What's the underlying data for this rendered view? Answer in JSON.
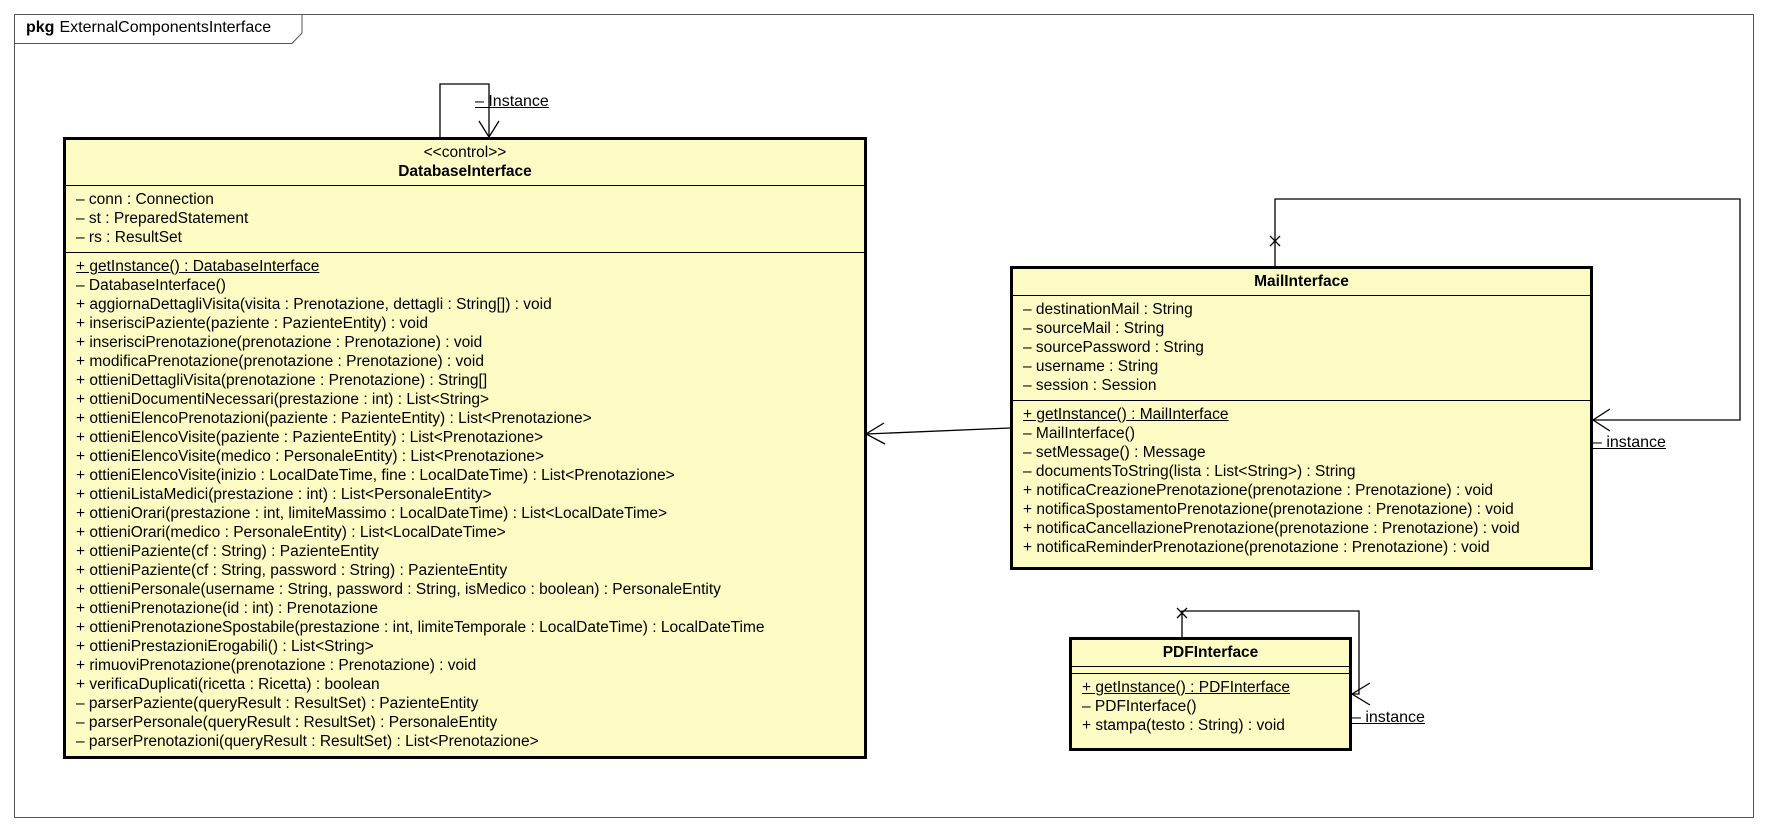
{
  "package": {
    "keyword": "pkg",
    "name": "ExternalComponentsInterface"
  },
  "classes": {
    "database": {
      "stereotype": "<<control>>",
      "name": "DatabaseInterface",
      "attributes": [
        "– conn : Connection",
        "– st : PreparedStatement",
        "– rs : ResultSet"
      ],
      "operations": [
        {
          "text": "+ getInstance() : DatabaseInterface",
          "static": true
        },
        {
          "text": "– DatabaseInterface()",
          "static": false
        },
        {
          "text": "+ aggiornaDettagliVisita(visita : Prenotazione, dettagli : String[]) : void",
          "static": false
        },
        {
          "text": "+ inserisciPaziente(paziente : PazienteEntity) : void",
          "static": false
        },
        {
          "text": "+ inserisciPrenotazione(prenotazione : Prenotazione) : void",
          "static": false
        },
        {
          "text": "+ modificaPrenotazione(prenotazione : Prenotazione) : void",
          "static": false
        },
        {
          "text": "+ ottieniDettagliVisita(prenotazione : Prenotazione) : String[]",
          "static": false
        },
        {
          "text": "+ ottieniDocumentiNecessari(prestazione : int) : List<String>",
          "static": false
        },
        {
          "text": "+ ottieniElencoPrenotazioni(paziente : PazienteEntity) : List<Prenotazione>",
          "static": false
        },
        {
          "text": "+ ottieniElencoVisite(paziente : PazienteEntity) : List<Prenotazione>",
          "static": false
        },
        {
          "text": "+ ottieniElencoVisite(medico : PersonaleEntity) : List<Prenotazione>",
          "static": false
        },
        {
          "text": "+ ottieniElencoVisite(inizio : LocalDateTime, fine : LocalDateTime) : List<Prenotazione>",
          "static": false
        },
        {
          "text": "+ ottieniListaMedici(prestazione : int) : List<PersonaleEntity>",
          "static": false
        },
        {
          "text": "+ ottieniOrari(prestazione : int, limiteMassimo : LocalDateTime) : List<LocalDateTime>",
          "static": false
        },
        {
          "text": "+ ottieniOrari(medico : PersonaleEntity) : List<LocalDateTime>",
          "static": false
        },
        {
          "text": "+ ottieniPaziente(cf : String) : PazienteEntity",
          "static": false
        },
        {
          "text": "+ ottieniPaziente(cf : String, password : String) : PazienteEntity",
          "static": false
        },
        {
          "text": "+ ottieniPersonale(username : String, password : String, isMedico : boolean) : PersonaleEntity",
          "static": false
        },
        {
          "text": "+ ottieniPrenotazione(id : int) : Prenotazione",
          "static": false
        },
        {
          "text": "+ ottieniPrenotazioneSpostabile(prestazione : int, limiteTemporale : LocalDateTime) : LocalDateTime",
          "static": false
        },
        {
          "text": "+ ottieniPrestazioniErogabili() : List<String>",
          "static": false
        },
        {
          "text": "+ rimuoviPrenotazione(prenotazione : Prenotazione) : void",
          "static": false
        },
        {
          "text": "+ verificaDuplicati(ricetta : Ricetta) : boolean",
          "static": false
        },
        {
          "text": "– parserPaziente(queryResult : ResultSet) : PazienteEntity",
          "static": false
        },
        {
          "text": "– parserPersonale(queryResult : ResultSet) : PersonaleEntity",
          "static": false
        },
        {
          "text": "– parserPrenotazioni(queryResult : ResultSet) : List<Prenotazione>",
          "static": false
        }
      ]
    },
    "mail": {
      "name": "MailInterface",
      "attributes": [
        "– destinationMail : String",
        "– sourceMail : String",
        "– sourcePassword : String",
        "– username : String",
        "– session : Session"
      ],
      "operations": [
        {
          "text": "+ getInstance() : MailInterface",
          "static": true
        },
        {
          "text": "– MailInterface()",
          "static": false
        },
        {
          "text": "– setMessage() : Message",
          "static": false
        },
        {
          "text": "– documentsToString(lista : List<String>) : String",
          "static": false
        },
        {
          "text": "+ notificaCreazionePrenotazione(prenotazione : Prenotazione) : void",
          "static": false
        },
        {
          "text": "+ notificaSpostamentoPrenotazione(prenotazione : Prenotazione) : void",
          "static": false
        },
        {
          "text": "+ notificaCancellazionePrenotazione(prenotazione : Prenotazione) : void",
          "static": false
        },
        {
          "text": "+ notificaReminderPrenotazione(prenotazione : Prenotazione) : void",
          "static": false
        }
      ]
    },
    "pdf": {
      "name": "PDFInterface",
      "attributes": [],
      "operations": [
        {
          "text": "+ getInstance() : PDFInterface",
          "static": true
        },
        {
          "text": "– PDFInterface()",
          "static": false
        },
        {
          "text": "+ stampa(testo : String) : void",
          "static": false
        }
      ]
    }
  },
  "associations": {
    "database_self": "– Instance",
    "mail_self": "– instance",
    "pdf_self": "– instance"
  },
  "colors": {
    "class_fill": "#fdfbc4",
    "line": "#000000",
    "frame": "#555555"
  }
}
